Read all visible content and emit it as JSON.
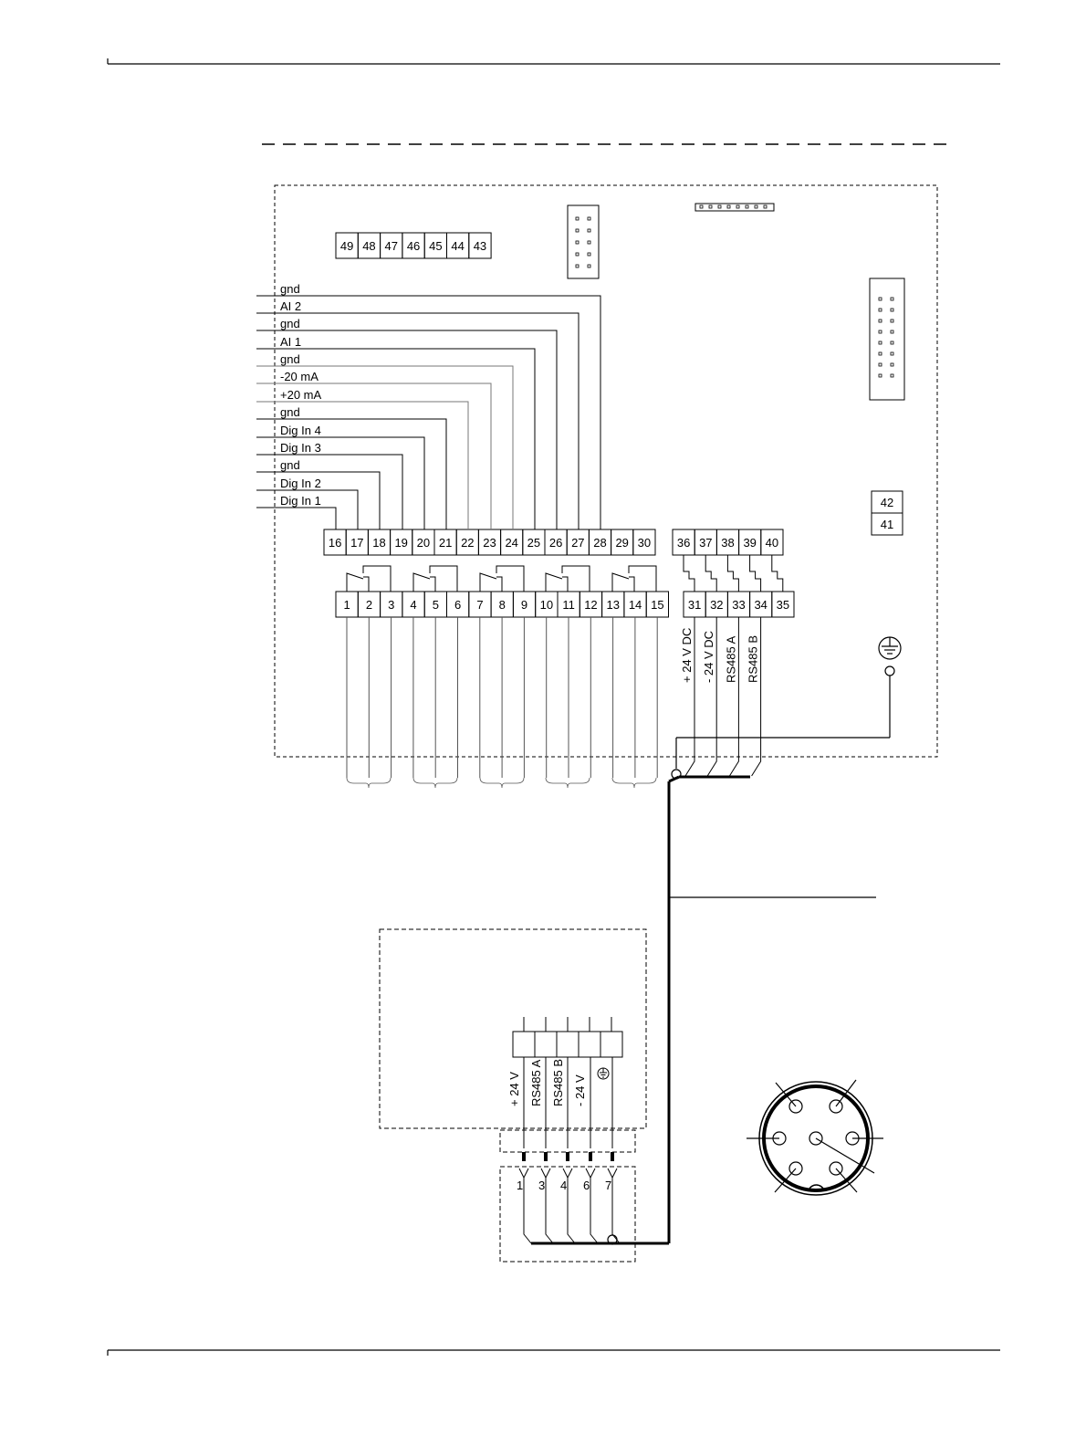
{
  "signal_labels": [
    "gnd",
    "AI 2",
    "gnd",
    "AI 1",
    "gnd",
    "-20 mA",
    "+20 mA",
    "gnd",
    "Dig In 4",
    "Dig In 3",
    "gnd",
    "Dig In 2",
    "Dig In 1"
  ],
  "top_terminals": [
    "49",
    "48",
    "47",
    "46",
    "45",
    "44",
    "43"
  ],
  "middle_terminals": [
    "16",
    "17",
    "18",
    "19",
    "20",
    "21",
    "22",
    "23",
    "24",
    "25",
    "26",
    "27",
    "28",
    "29",
    "30"
  ],
  "bus_terminals_upper": [
    "36",
    "37",
    "38",
    "39",
    "40"
  ],
  "relay_terminals": [
    "1",
    "2",
    "3",
    "4",
    "5",
    "6",
    "7",
    "8",
    "9",
    "10",
    "11",
    "12",
    "13",
    "14",
    "15"
  ],
  "bus_terminals_lower": [
    "31",
    "32",
    "33",
    "34",
    "35"
  ],
  "side_terminals": [
    "42",
    "41"
  ],
  "bus_labels": [
    "+ 24 V DC",
    "- 24 V DC",
    "RS485 A",
    "RS485 B"
  ],
  "device_labels": [
    "+ 24 V",
    "RS485 A",
    "RS485 B",
    "- 24 V"
  ],
  "plug_pins": [
    "1",
    "3",
    "4",
    "6",
    "7"
  ]
}
